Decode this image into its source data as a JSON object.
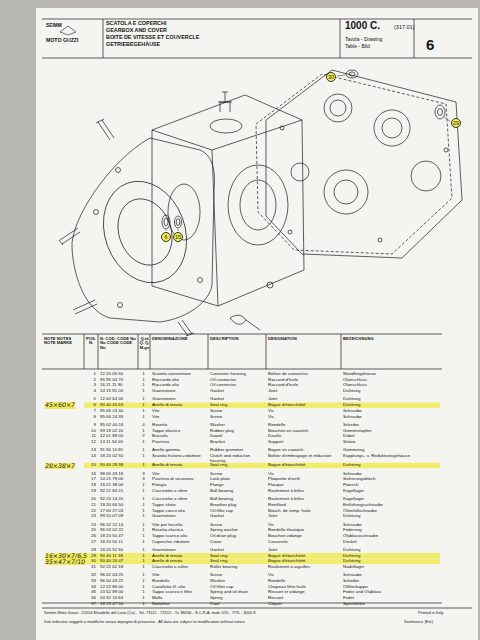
{
  "diagram": {
    "title": "SCATOLA E COPERCHI",
    "labels": [
      "SEIMM",
      "MOTO GUZZI",
      "GEARBOX AND COVER",
      "BOITE DE VITESSE ET COUVERCLE",
      "GETRIEBEGEHÄUSE",
      "1000 C.",
      "(317.01)",
      "Tavola - Drawing",
      "Table - Bild",
      "6",
      "30",
      "29",
      "6",
      "15",
      "NOTE NOTES NOTE MARKE",
      "POS. N.",
      "N. COD. CODE No No CODE CODE No",
      "Q.tà Q. Q. M.ge",
      "DENOMINAZIONE",
      "DESCRIPTION",
      "DESIGNATION",
      "BEZEICHNUNG",
      "1",
      "12 20 05 50",
      "1",
      "Scatola convertitore",
      "Converter housing",
      "Boîtier de convertiss.",
      "Wandlergehäuse",
      "2",
      "95 95 04 70",
      "1",
      "Raccordo olio",
      "Oil connector",
      "Raccord d'huile",
      "Ölanschluss",
      "3",
      "16 11 11 90",
      "1",
      "Raccordo olio",
      "Oil connector",
      "Raccord d'huile",
      "Ölanschluss",
      "4",
      "14 15 81 00",
      "1",
      "Guarnizione",
      "Gasket",
      "Joint",
      "Dichtung",
      "5",
      "12 00 64 00",
      "1",
      "Guarnizione",
      "Gasket",
      "Joint",
      "Dichtung",
      "6",
      "90 40 45 63",
      "1",
      "Anello di tenuta",
      "Seal ring",
      "Bague d'étanchéité",
      "Dichtring",
      "7",
      "95 06 24 40",
      "1",
      "Vite",
      "Screw",
      "Vis",
      "Schraube",
      "8",
      "95 06 24 35",
      "1",
      "Vite",
      "Screw",
      "Vis",
      "Schraube",
      "9",
      "95 02 40 24",
      "4",
      "Rosetta",
      "Washer",
      "Rondelle",
      "Scheibe",
      "10",
      "93 18 02 20",
      "1",
      "Tappo elastico",
      "Rubber plug",
      "Bouchon en caoutch.",
      "Gummistopfen",
      "11",
      "12 01 89 00",
      "2",
      "Bussola",
      "Dowel",
      "Douille",
      "Dübel",
      "12",
      "14 11 54 00",
      "1",
      "Piastrina",
      "Bracket",
      "Support",
      "Stütze",
      "13",
      "91 55 10 81",
      "1",
      "Anello gomma",
      "Rubber grommet",
      "Bague en caoutch.",
      "Gummiring",
      "14",
      "18 20 02 50",
      "1",
      "Scatola frizione+riduttore",
      "Clutch and reduction housing",
      "Boîtier d'embrayage et réduction",
      "Kupplungs- u. Reduktionsgehäuse",
      "15",
      "90 40 28 38",
      "1",
      "Anello di tenuta",
      "Seal ring",
      "Bague d'étanchéité",
      "Dichtring",
      "16",
      "98 05 43 16",
      "3",
      "Vite",
      "Screw",
      "Vis",
      "Schraube",
      "17",
      "14 21 79 00",
      "3",
      "Piastrina di sicurezza",
      "Lock plate",
      "Plaquette d'arrêt",
      "Sicherungsblech",
      "18",
      "18 21 38 00",
      "1",
      "Flangia",
      "Flange",
      "Flasque",
      "Flansch",
      "19",
      "92 21 84 21",
      "1",
      "Cuscinetto a sfere",
      "Ball bearing",
      "Roulement à billes",
      "Kugellager",
      "20",
      "92 20 14 20",
      "1",
      "Cuscinetto a sfere",
      "Ball bearing",
      "Roulement à billes",
      "Kugellager",
      "21",
      "18 20 66 50",
      "1",
      "Tappo sfiato",
      "Breather plug",
      "Reniflard",
      "Entlüftungsschraube",
      "22",
      "17 00 27 03",
      "1",
      "Tappo carico olio",
      "Oil filler cap",
      "Bouch. de remp. huile",
      "Öleinfüllschraube",
      "23",
      "99 10 07 09",
      "1",
      "Guarnizione",
      "Gasket",
      "Joint",
      "Dichtung",
      "24",
      "96 22 22 14",
      "1",
      "Vite per forcella",
      "Screw",
      "Vis",
      "Schraube",
      "25",
      "96 03 02 22",
      "1",
      "Rosetta elastica",
      "Spring washer",
      "Rondelle élastique",
      "Federring",
      "26",
      "18 20 50 47",
      "1",
      "Tappo scarico olio",
      "Oil drain plug",
      "Bouchon vidange",
      "Ölablassschraube",
      "27",
      "18 20 50 11",
      "1",
      "Coperchio riduttore",
      "Cover",
      "Couvercle",
      "Deckel",
      "28",
      "18 20 52 50",
      "1",
      "Guarnizione",
      "Gasket",
      "Joint",
      "Dichtung",
      "29",
      "90 40 11 38",
      "1",
      "Anello di tenuta",
      "Seal ring",
      "Bague d'étanchéité",
      "Dichtring",
      "30",
      "90 40 26 47",
      "1",
      "Anello di tenuta",
      "Seal ring",
      "Bague d'étanchéité",
      "Dichtring",
      "31",
      "92 22 62 18",
      "1",
      "Cuscinetto a rullini",
      "Roller bearing",
      "Roulement à aiguilles",
      "Nadellager",
      "32",
      "96 02 03 25",
      "1",
      "Vite",
      "Screw",
      "Vis",
      "Schraube",
      "33",
      "96 00 43 22",
      "1",
      "Rondella",
      "Washer",
      "Rondelle",
      "Scheibe",
      "34",
      "12 22 80 00",
      "1",
      "Cavallotto fil. olio",
      "Oil filter cap",
      "Chapeau filtre huile",
      "Ölfilterkappe",
      "35",
      "10 52 89 00",
      "1",
      "Tappo scarico e filtro",
      "Spring and oil drain",
      "Ressort et vidange",
      "Feder und Ölablass",
      "36",
      "04 32 10 64",
      "1",
      "Molla",
      "Spring",
      "Ressort",
      "Feder",
      "37",
      "18 23 47 50",
      "1",
      "Nottolino",
      "Pawl",
      "Cliquet",
      "Sperrklinke",
      "45×60×7",
      "28×38×7",
      "16×30×7/6,5",
      "35×47×7/10",
      "Seimm Moto Guzzi - 22054 Mandello del Lario (Co) - Tel. 71112 - 72512 - Tx 38056 - S.C.R.A. mod. 070 - 7/75 - 3000 K",
      "Printed in Italy",
      "Dati indicativi soggetti a modifiche senza impegno di preavviso - All data are subject to modification without notice",
      "Sostituisce (Ed.)"
    ]
  }
}
